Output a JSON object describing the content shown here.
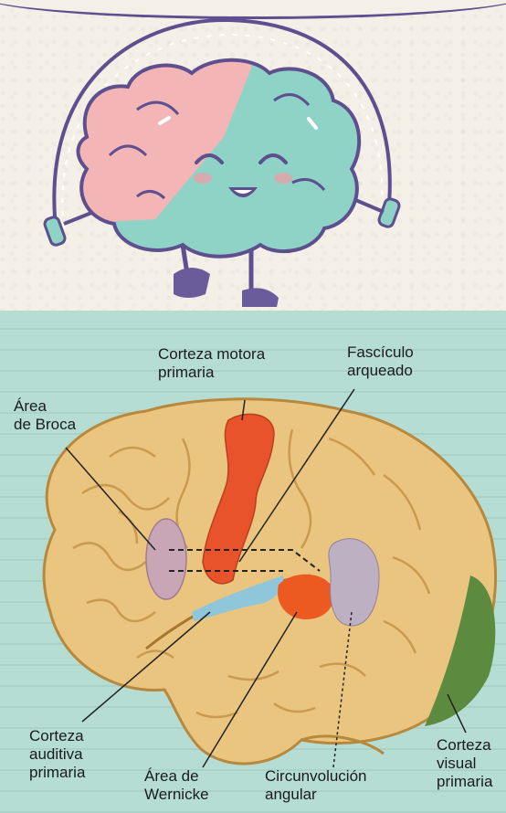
{
  "labels": {
    "corteza_motora": "Corteza motora\nprimaria",
    "fasciculo": "Fascículo\narqueado",
    "broca": "Área\nde Broca",
    "corteza_auditiva": "Corteza\nauditiva\nprimaria",
    "wernicke": "Área de\nWernicke",
    "circunvolucion": "Circunvolución\nangular",
    "corteza_visual": "Corteza\nvisual\nprimaria"
  },
  "colors": {
    "brain": "#e9c57f",
    "motor": "#e9532b",
    "broca": "#c9a6b5",
    "auditory": "#8fc6da",
    "wernicke": "#ec5a22",
    "angular": "#bdb0c3",
    "visual": "#5c8b3f",
    "cartoon_pink": "#f3b5b5",
    "cartoon_teal": "#8fd3c7",
    "cartoon_outline": "#5e4f8f"
  }
}
